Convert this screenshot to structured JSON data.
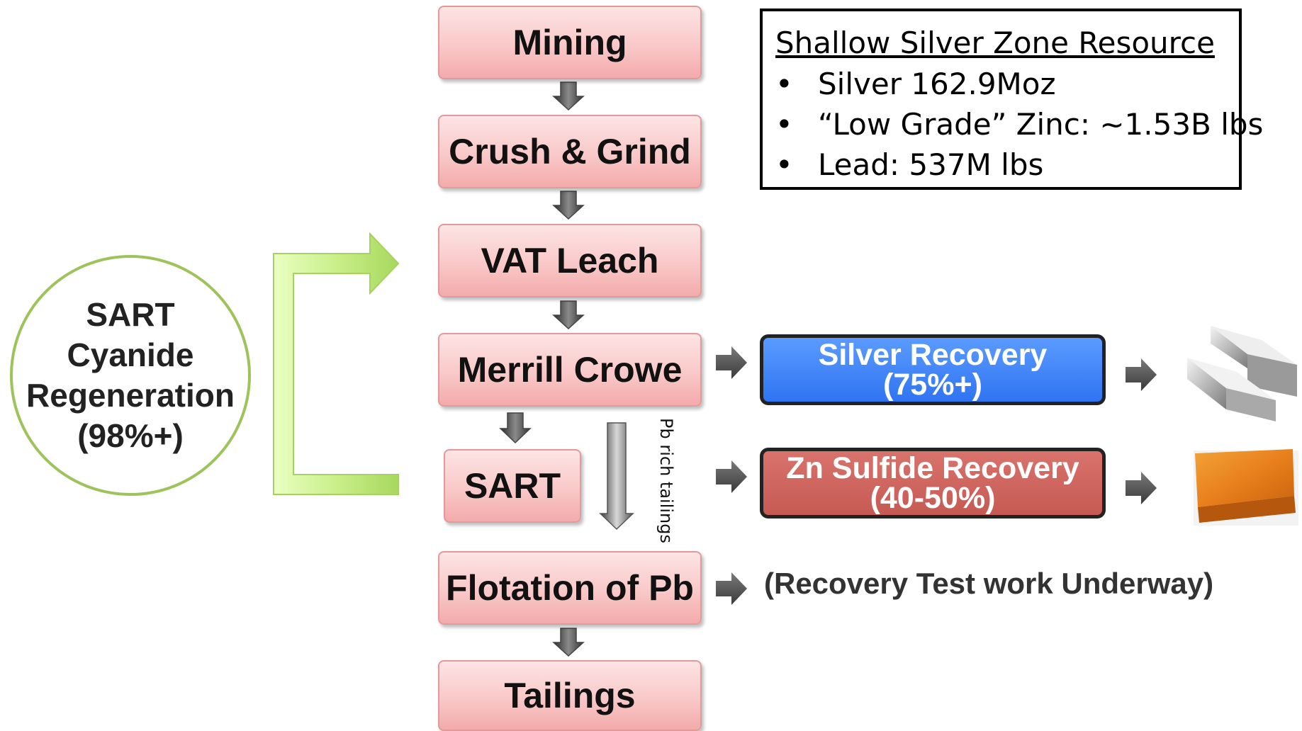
{
  "steps": {
    "mining": "Mining",
    "crush_grind": "Crush & Grind",
    "vat_leach": "VAT Leach",
    "merrill_crowe": "Merrill Crowe",
    "sart": "SART",
    "flotation": "Flotation of Pb",
    "tailings": "Tailings"
  },
  "resource_box": {
    "title": "Shallow Silver Zone Resource",
    "bullet": "•",
    "items": [
      "Silver 162.9Moz",
      "“Low Grade” Zinc: ~1.53B lbs",
      "Lead: 537M lbs"
    ]
  },
  "regeneration": {
    "line1": "SART",
    "line2": "Cyanide",
    "line3": "Regeneration",
    "line4": "(98%+)"
  },
  "outputs": {
    "silver": {
      "line1": "Silver Recovery",
      "line2": "(75%+)",
      "color": "#3d82f8"
    },
    "zinc": {
      "line1": "Zn Sulfide Recovery",
      "line2": "(40-50%)",
      "color": "#cc6a63"
    },
    "lead_pending": "(Recovery Test work Underway)"
  },
  "side_label": "Pb rich tailings",
  "colors": {
    "process_fill": "#f9c8c8",
    "recycle_arrow": "#c9ef8a",
    "circle_border": "#9dc35a",
    "arrow_gray": "#555555"
  },
  "images": {
    "silver_product": "silver-bars-photo",
    "zinc_product": "zinc-sulfide-block-photo"
  }
}
